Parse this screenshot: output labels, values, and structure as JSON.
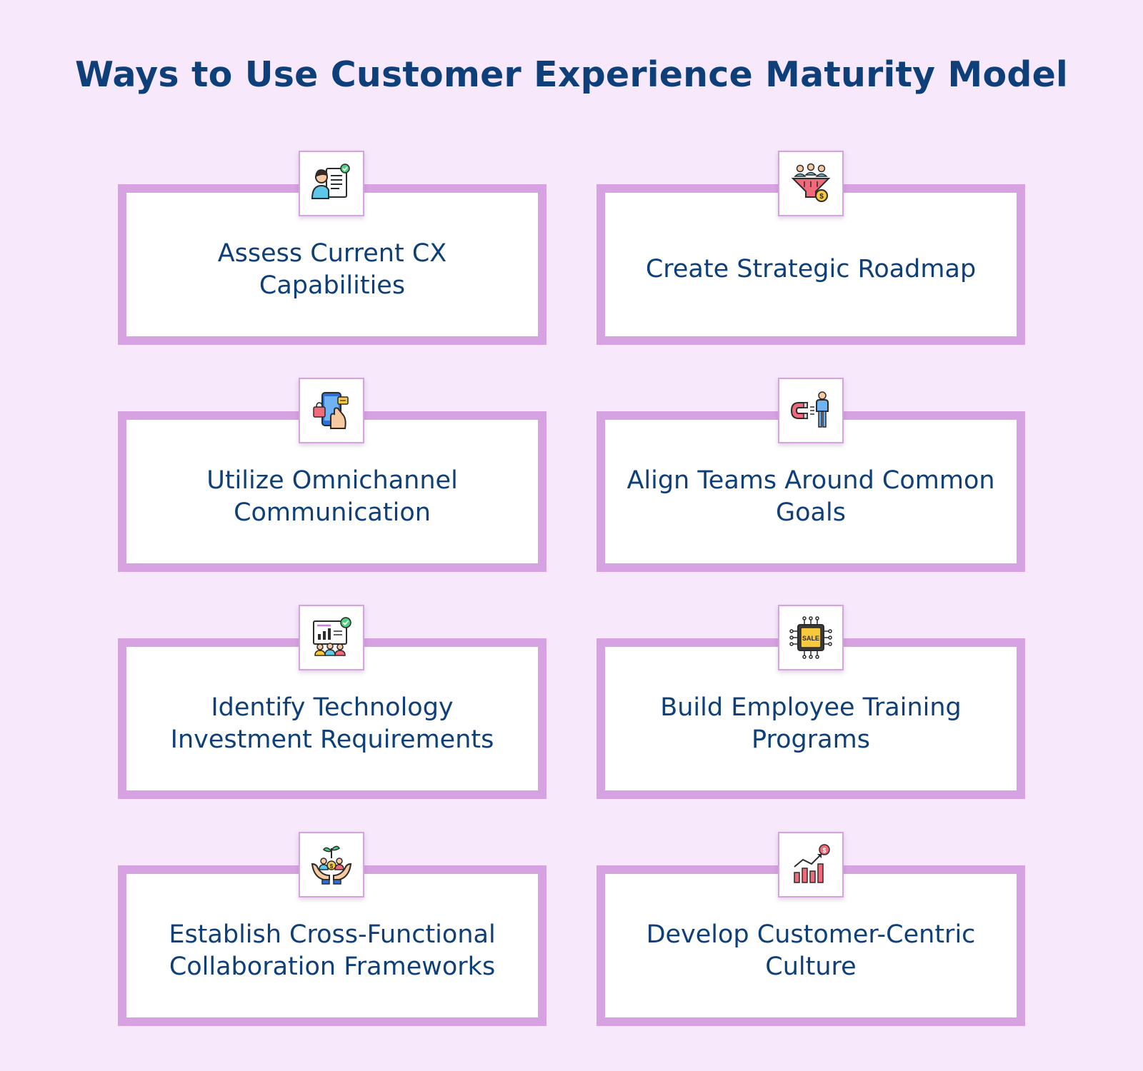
{
  "title": "Ways to Use Customer Experience Maturity Model",
  "cards": [
    {
      "label": "Assess Current CX Capabilities",
      "icon": "person-document-icon"
    },
    {
      "label": "Create Strategic Roadmap",
      "icon": "sales-funnel-icon"
    },
    {
      "label": "Utilize Omnichannel Communication",
      "icon": "mobile-shopping-icon"
    },
    {
      "label": "Align Teams Around Common Goals",
      "icon": "customer-magnet-icon"
    },
    {
      "label": "Identify Technology Investment Requirements",
      "icon": "analytics-team-icon"
    },
    {
      "label": "Build Employee Training Programs",
      "icon": "sale-chip-icon"
    },
    {
      "label": "Establish Cross-Functional Collaboration Frameworks",
      "icon": "hands-growth-icon"
    },
    {
      "label": "Develop Customer-Centric Culture",
      "icon": "growth-chart-icon"
    }
  ],
  "colors": {
    "background": "#f7e8fc",
    "border": "#d6a2e2",
    "text": "#0e3f78"
  }
}
